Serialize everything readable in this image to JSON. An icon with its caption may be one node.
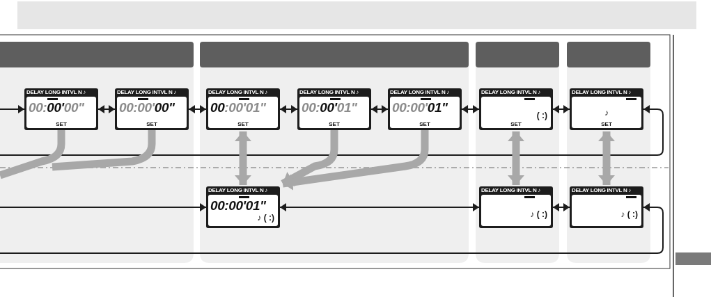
{
  "diagram": {
    "nodes": [
      {
        "text": [
          "DELAY LONG INTVL N ♪",
          "00:**00'**00\"",
          "SET"
        ]
      },
      {
        "text": [
          "DELAY LONG INTVL N ♪",
          "00:00'**00\"**",
          "SET"
        ]
      },
      {
        "text": [
          "DELAY LONG INTVL N ♪",
          "**00**:00'01\"",
          "SET"
        ]
      },
      {
        "text": [
          "DELAY LONG INTVL N ♪",
          "00:**00'**01\"",
          "SET"
        ]
      },
      {
        "text": [
          "DELAY LONG INTVL N ♪",
          "00:00'**01\"**",
          "SET"
        ]
      },
      {
        "text": [
          "DELAY LONG INTVL N ♪",
          "( :)",
          "SET"
        ]
      },
      {
        "text": [
          "DELAY LONG INTVL N ♪",
          "♪",
          "SET"
        ]
      },
      {
        "text": [
          "DELAY LONG INTVL N ♪",
          "**00:00'01\"**",
          "♪ ( :)"
        ]
      },
      {
        "text": [
          "DELAY LONG INTVL N ♪",
          "♪ ( :)"
        ]
      },
      {
        "text": [
          "DELAY LONG INTVL N ♪",
          "♪ ( :)"
        ]
      }
    ],
    "edges": [
      {
        "from": null,
        "to": 0,
        "arrow": "to"
      },
      {
        "from": 0,
        "to": 1,
        "arrow": "both"
      },
      {
        "from": 1,
        "to": 2,
        "arrow": "both"
      },
      {
        "from": 2,
        "to": 3,
        "arrow": "both"
      },
      {
        "from": 3,
        "to": 4,
        "arrow": "both"
      },
      {
        "from": 4,
        "to": 5,
        "arrow": "both"
      },
      {
        "from": 5,
        "to": 6,
        "arrow": "both"
      },
      {
        "from": null,
        "to": 6,
        "arrow": "to"
      },
      {
        "from": 0,
        "to": null,
        "arrow": "none",
        "style": "thick",
        "color": "#a8a8a8"
      },
      {
        "from": 1,
        "to": null,
        "arrow": "none",
        "style": "thick",
        "color": "#a8a8a8"
      },
      {
        "from": 2,
        "to": 7,
        "arrow": "both",
        "style": "thick",
        "color": "#a8a8a8"
      },
      {
        "from": 3,
        "to": 7,
        "arrow": "to",
        "style": "thick",
        "color": "#a8a8a8"
      },
      {
        "from": 4,
        "to": 7,
        "arrow": "to",
        "style": "thick",
        "color": "#a8a8a8"
      },
      {
        "from": 5,
        "to": 8,
        "arrow": "both",
        "style": "thick",
        "color": "#a8a8a8"
      },
      {
        "from": 6,
        "to": 9,
        "arrow": "both",
        "style": "thick",
        "color": "#a8a8a8"
      },
      {
        "from": null,
        "to": 7,
        "arrow": "to"
      },
      {
        "from": 7,
        "to": 8,
        "arrow": "both"
      },
      {
        "from": 8,
        "to": 9,
        "arrow": "both"
      },
      {
        "from": null,
        "to": 9,
        "arrow": "to"
      }
    ]
  }
}
